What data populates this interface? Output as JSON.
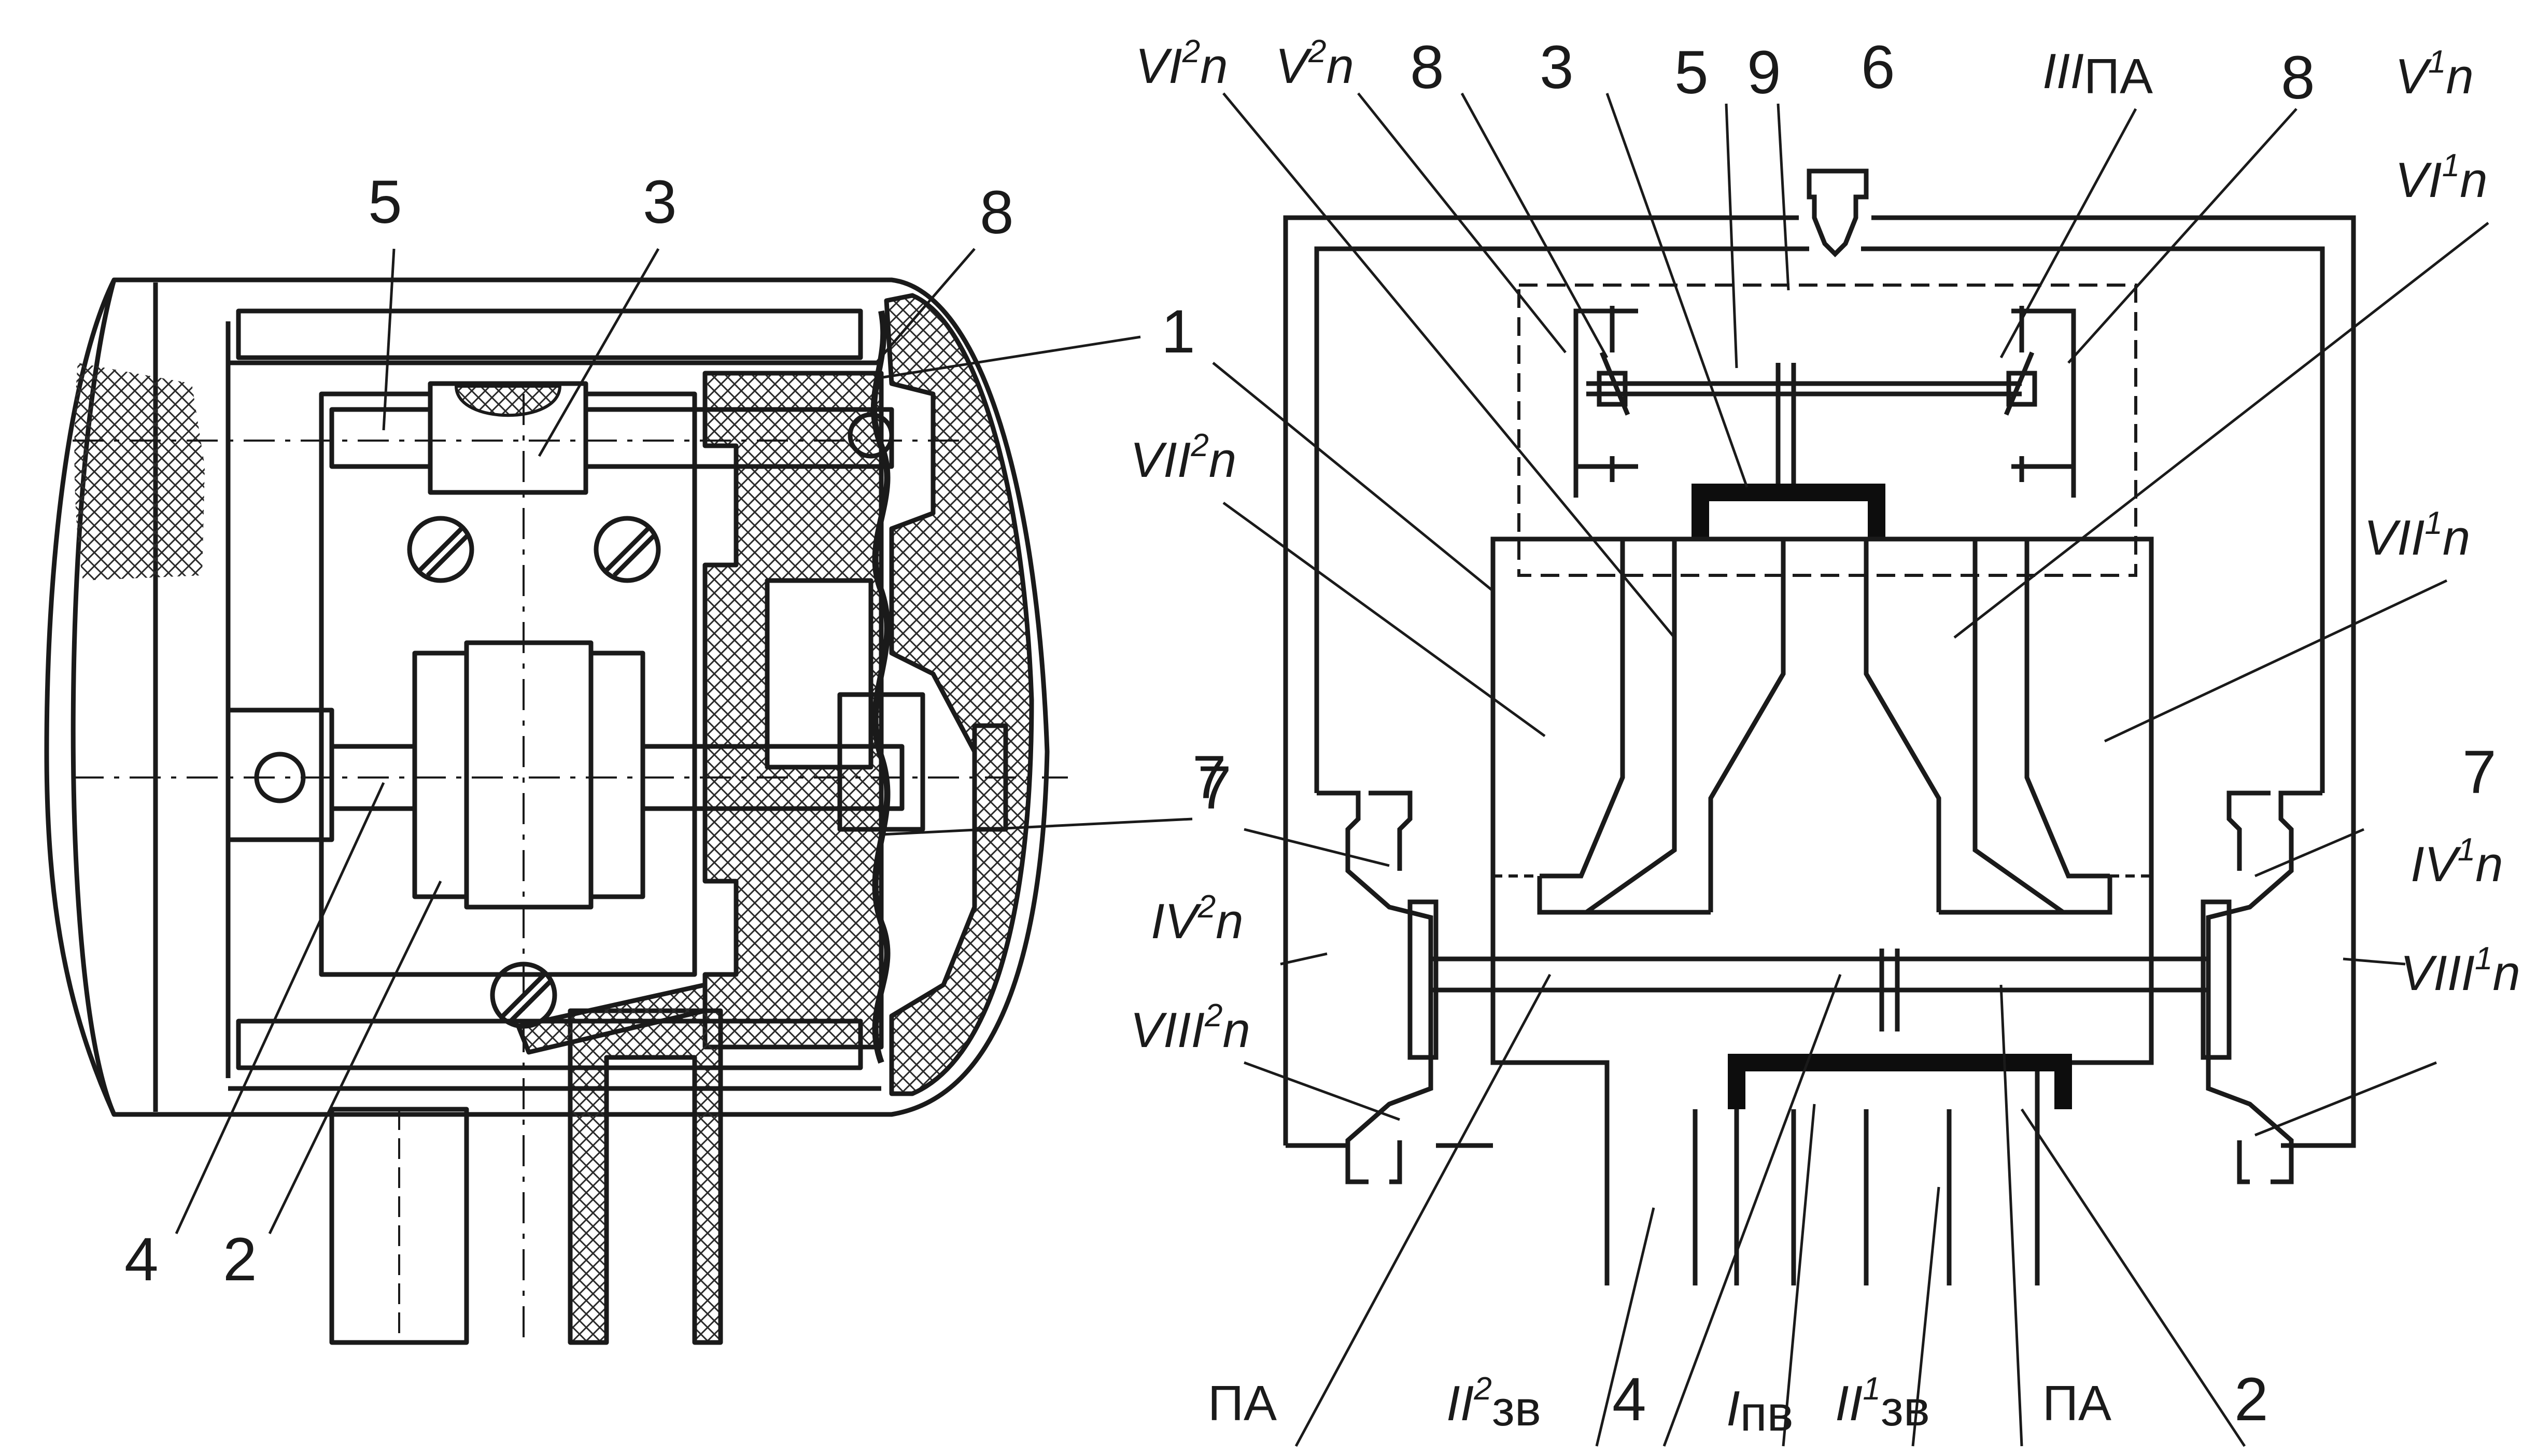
{
  "left_view": {
    "callouts": {
      "c5": "5",
      "c3": "3",
      "c8": "8",
      "c1": "1",
      "c7": "7",
      "c4": "4",
      "c2": "2"
    }
  },
  "right_view": {
    "top": {
      "c8a": "8",
      "c3": "3",
      "c5": "5",
      "c9": "9",
      "c6": "6",
      "c8b": "8"
    },
    "bottom": {
      "c4": "4",
      "c2": "2"
    },
    "side": {
      "c7l": "7",
      "c7r": "7"
    },
    "roman": {
      "VI": "VI",
      "V": "V",
      "VII": "VII",
      "IV": "IV",
      "VIII": "VIII",
      "III": "III",
      "II": "II",
      "I": "I"
    },
    "sup": {
      "one": "1",
      "two": "2"
    },
    "sub": {
      "n": "n",
      "pa": "ПА",
      "zv": "зв",
      "pv": "пв"
    },
    "words": {
      "pa_left": "ПА",
      "pa_right": "ПА"
    }
  },
  "colors": {
    "ink": "#1a1a1a",
    "hatch": "#2a2a2a",
    "paper": "#ffffff",
    "solid": "#0d0d0d"
  }
}
